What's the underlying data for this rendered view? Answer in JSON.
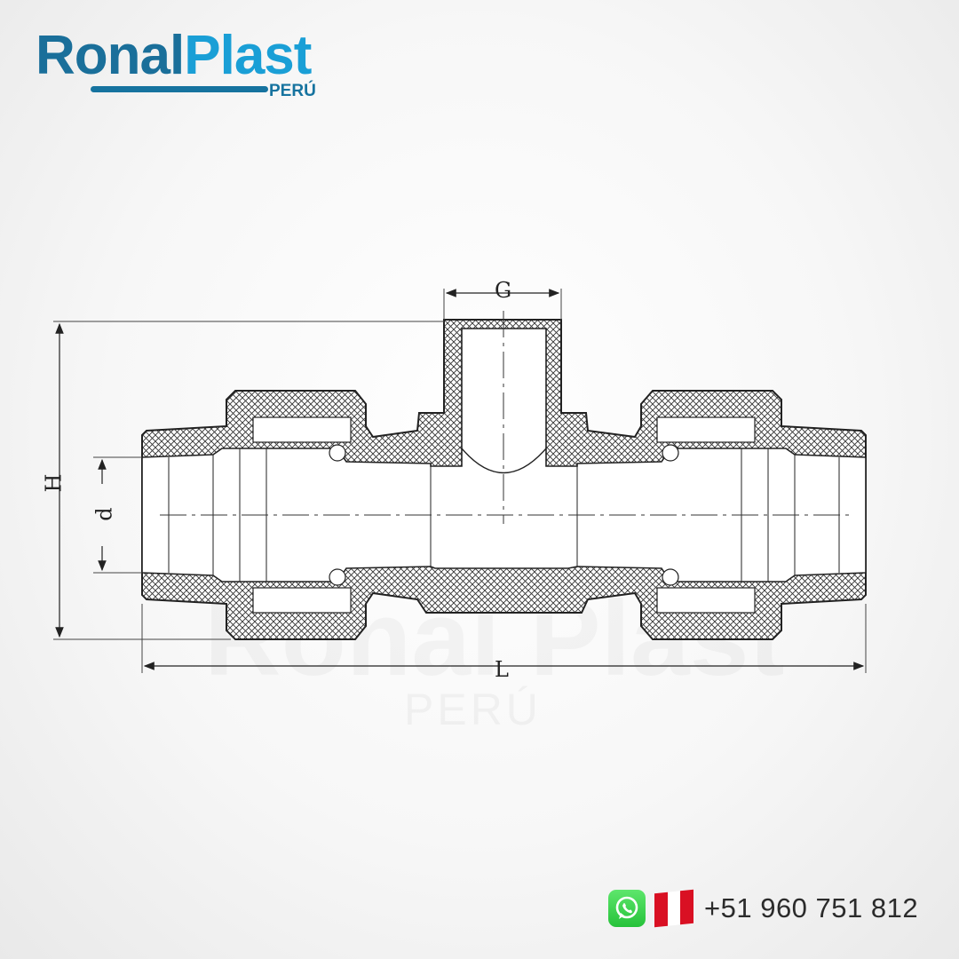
{
  "brand": {
    "name_part1": "Ronal",
    "name_part2": "Plast",
    "country": "PERÚ",
    "primary_color": "#1a6f9a",
    "accent_color": "#1a9fd6"
  },
  "watermark": {
    "text": "Ronal Plast",
    "sub": "PERÚ"
  },
  "drawing": {
    "title": "Tee fitting cross-section",
    "dimensions": {
      "branch_thread": "G",
      "height": "H",
      "diameter": "d",
      "length": "L"
    }
  },
  "contact": {
    "whatsapp_icon": "whatsapp-icon",
    "flag_icon": "peru-flag-icon",
    "phone": "+51 960 751 812"
  }
}
